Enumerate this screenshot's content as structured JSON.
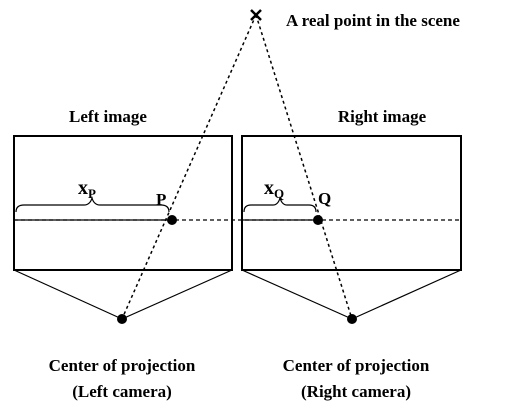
{
  "scene_point_label": "A real point in the scene",
  "left_image": {
    "title": "Left image",
    "point_label": "P",
    "distance_label": "x",
    "distance_subscript": "P"
  },
  "right_image": {
    "title": "Right image",
    "point_label": "Q",
    "distance_label": "x",
    "distance_subscript": "Q"
  },
  "left_camera": {
    "line1": "Center of projection",
    "line2": "(Left camera)"
  },
  "right_camera": {
    "line1": "Center of projection",
    "line2": "(Right camera)"
  },
  "colors": {
    "stroke": "#000000",
    "background": "#ffffff"
  },
  "icons": {
    "scene_point": "x-mark-icon",
    "image_points": "filled-dot-icon"
  }
}
